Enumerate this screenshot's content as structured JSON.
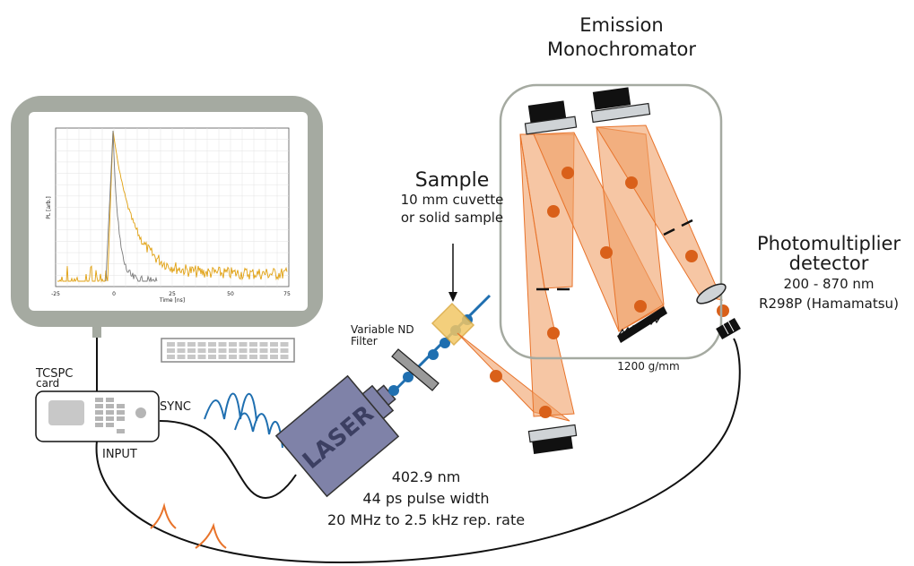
{
  "labels": {
    "monochromator_line1": "Emission",
    "monochromator_line2": "Monochromator",
    "sample_title": "Sample",
    "sample_line1": "10 mm cuvette",
    "sample_line2": "or solid sample",
    "pmt_line1": "Photomultiplier",
    "pmt_line2": "detector",
    "pmt_range": "200 - 870 nm",
    "pmt_model": "R298P (Hamamatsu)",
    "nd_line1": "Variable ND",
    "nd_line2": "Filter",
    "grating": "1200 g/mm",
    "tcspc_line1": "TCSPC",
    "tcspc_line2": "card",
    "sync": "SYNC",
    "input": "INPUT",
    "laser": "LASER",
    "laser_wavelength": "402.9 nm",
    "laser_pulse": "44 ps pulse width",
    "laser_rate": "20 MHz to 2.5 kHz rep. rate"
  },
  "plot": {
    "ylabel": "PL [arb.]",
    "xlabel": "Time [ns]",
    "xticks": [
      "-25",
      "0",
      "25",
      "50",
      "75"
    ]
  },
  "colors": {
    "beam": "#e8732a",
    "beam_fill": "#f0a068",
    "beam_dot": "#d9601a",
    "monitor": "#a5aaa1",
    "laser_body": "#7f82a8",
    "photon_dot": "#1f6fb0",
    "curve_irf": "#7a7a7a",
    "curve_pl": "#e0a010"
  }
}
